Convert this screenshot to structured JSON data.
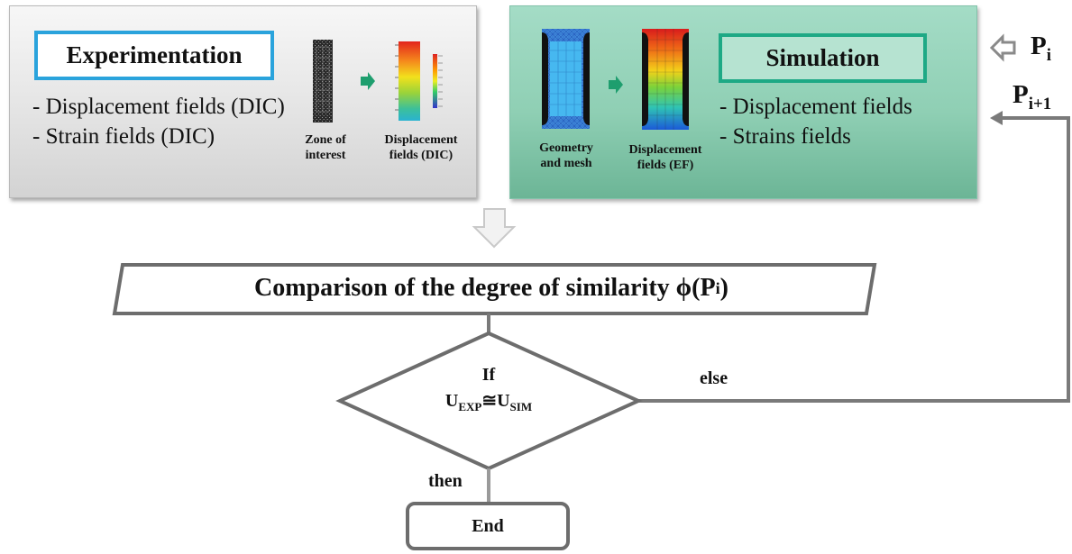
{
  "experimentation": {
    "title": "Experimentation",
    "bullets": [
      "- Displacement fields (DIC)",
      "- Strain fields (DIC)"
    ],
    "caption_zone": [
      "Zone of",
      "interest"
    ],
    "caption_displacement": [
      "Displacement",
      "fields (DIC)"
    ]
  },
  "simulation": {
    "title": "Simulation",
    "bullets": [
      "- Displacement fields",
      "- Strains fields"
    ],
    "caption_geometry": [
      "Geometry",
      "and mesh"
    ],
    "caption_displacement": [
      "Displacement",
      "fields (EF)"
    ]
  },
  "parameters": {
    "current": {
      "base": "P",
      "sub": "i"
    },
    "next": {
      "base": "P",
      "sub": "i+1"
    }
  },
  "comparison": {
    "text": "Comparison of the degree of similarity ϕ(P",
    "sub": "i",
    "close": ")"
  },
  "decision": {
    "if_label": "If",
    "u_left": "U",
    "u_left_sub": "EXP",
    "approx": "≅",
    "u_right": "U",
    "u_right_sub": "SIM",
    "else_label": "else",
    "then_label": "then"
  },
  "end_label": "End",
  "colors": {
    "exp_border": "#2aa3dc",
    "sim_border": "#1ea985",
    "arrow_green": "#1e9e6e",
    "flow_gray": "#7a7a7a"
  }
}
